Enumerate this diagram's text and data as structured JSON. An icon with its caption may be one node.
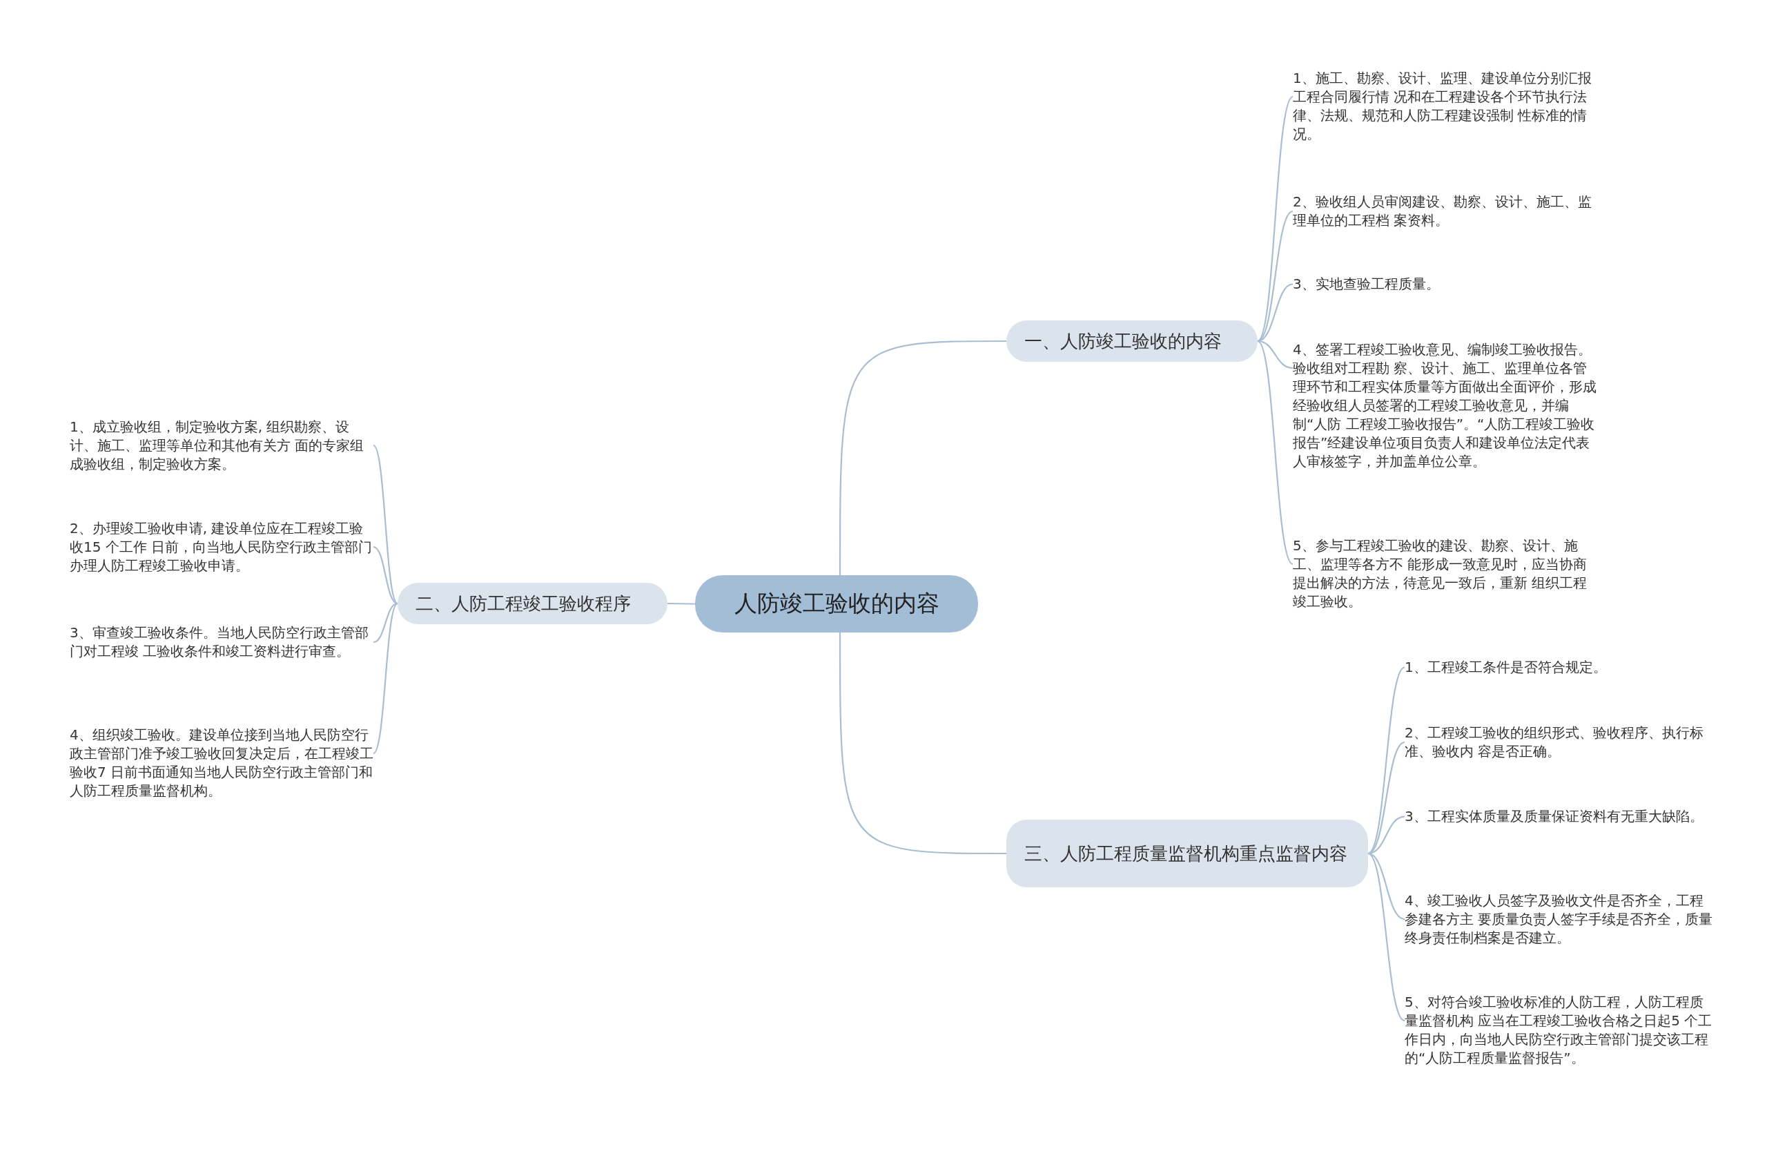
{
  "diagram": {
    "nodes": [
      {
        "text": [
          "人防竣工验收的内容"
        ]
      },
      {
        "text": [
          "一、人防竣工验收的内容"
        ]
      },
      {
        "text": [
          "1、施工、勘察、设计、监理、建设单位分别汇报工程合同履行情 况和在工程建设各个环节执行法律、法规、规范和人防工程建设强制 性标准的情况。"
        ]
      },
      {
        "text": [
          "2、验收组人员审阅建设、勘察、设计、施工、监理单位的工程档 案资料。"
        ]
      },
      {
        "text": [
          "3、实地查验工程质量。"
        ]
      },
      {
        "text": [
          "4、签署工程竣工验收意见、编制竣工验收报告。验收组对工程勘 察、设计、施工、监理单位各管理环节和工程实体质量等方面做出全面评价，形成经验收组人员签署的工程竣工验收意见，并编制“人防 工程竣工验收报告”。“人防工程竣工验收报告”经建设单位项目负责人和建设单位法定代表人审核签字，并加盖单位公章。"
        ]
      },
      {
        "text": [
          "5、参与工程竣工验收的建设、勘察、设计、施工、监理等各方不 能形成一致意见时，应当协商提出解决的方法，待意见一致后，重新 组织工程竣工验收。"
        ]
      },
      {
        "text": [
          "二、人防工程竣工验收程序"
        ]
      },
      {
        "text": [
          "1、成立验收组，制定验收方案, 组织勘察、设计、施工、监理等单位和其他有关方 面的专家组成验收组，制定验收方案。"
        ]
      },
      {
        "text": [
          "2、办理竣工验收申请, 建设单位应在工程竣工验收15 个工作 日前，向当地人民防空行政主管部门办理人防工程竣工验收申请。"
        ]
      },
      {
        "text": [
          "3、审查竣工验收条件。当地人民防空行政主管部门对工程竣 工验收条件和竣工资料进行审查。"
        ]
      },
      {
        "text": [
          "4、组织竣工验收。建设单位接到当地人民防空行政主管部门准予竣工验收回复决定后，在工程竣工验收7 日前书面通知当地人民防空行政主管部门和人防工程质量监督机构。"
        ]
      },
      {
        "text": [
          "三、人防工程质量监督机构重点监督内容"
        ]
      },
      {
        "text": [
          "1、工程竣工条件是否符合规定。"
        ]
      },
      {
        "text": [
          "2、工程竣工验收的组织形式、验收程序、执行标准、验收内 容是否正确。"
        ]
      },
      {
        "text": [
          "3、工程实体质量及质量保证资料有无重大缺陷。"
        ]
      },
      {
        "text": [
          "4、竣工验收人员签字及验收文件是否齐全，工程参建各方主 要质量负责人签字手续是否齐全，质量终身责任制档案是否建立。"
        ]
      },
      {
        "text": [
          "5、对符合竣工验收标准的人防工程，人防工程质量监督机构 应当在工程竣工验收合格之日起5 个工作日内，向当地人民防空行政主管部门提交该工程的“人防工程质量监督报告”。"
        ]
      }
    ],
    "edges": [
      {
        "from": 0,
        "to": 1,
        "arrow": "none"
      },
      {
        "from": 1,
        "to": 2,
        "arrow": "none"
      },
      {
        "from": 1,
        "to": 3,
        "arrow": "none"
      },
      {
        "from": 1,
        "to": 4,
        "arrow": "none"
      },
      {
        "from": 1,
        "to": 5,
        "arrow": "none"
      },
      {
        "from": 1,
        "to": 6,
        "arrow": "none"
      },
      {
        "from": 0,
        "to": 7,
        "arrow": "none"
      },
      {
        "from": 7,
        "to": 8,
        "arrow": "none"
      },
      {
        "from": 7,
        "to": 9,
        "arrow": "none"
      },
      {
        "from": 7,
        "to": 10,
        "arrow": "none"
      },
      {
        "from": 7,
        "to": 11,
        "arrow": "none"
      },
      {
        "from": 0,
        "to": 12,
        "arrow": "none"
      },
      {
        "from": 12,
        "to": 13,
        "arrow": "none"
      },
      {
        "from": 12,
        "to": 14,
        "arrow": "none"
      },
      {
        "from": 12,
        "to": 15,
        "arrow": "none"
      },
      {
        "from": 12,
        "to": 16,
        "arrow": "none"
      },
      {
        "from": 12,
        "to": 17,
        "arrow": "none"
      }
    ]
  }
}
